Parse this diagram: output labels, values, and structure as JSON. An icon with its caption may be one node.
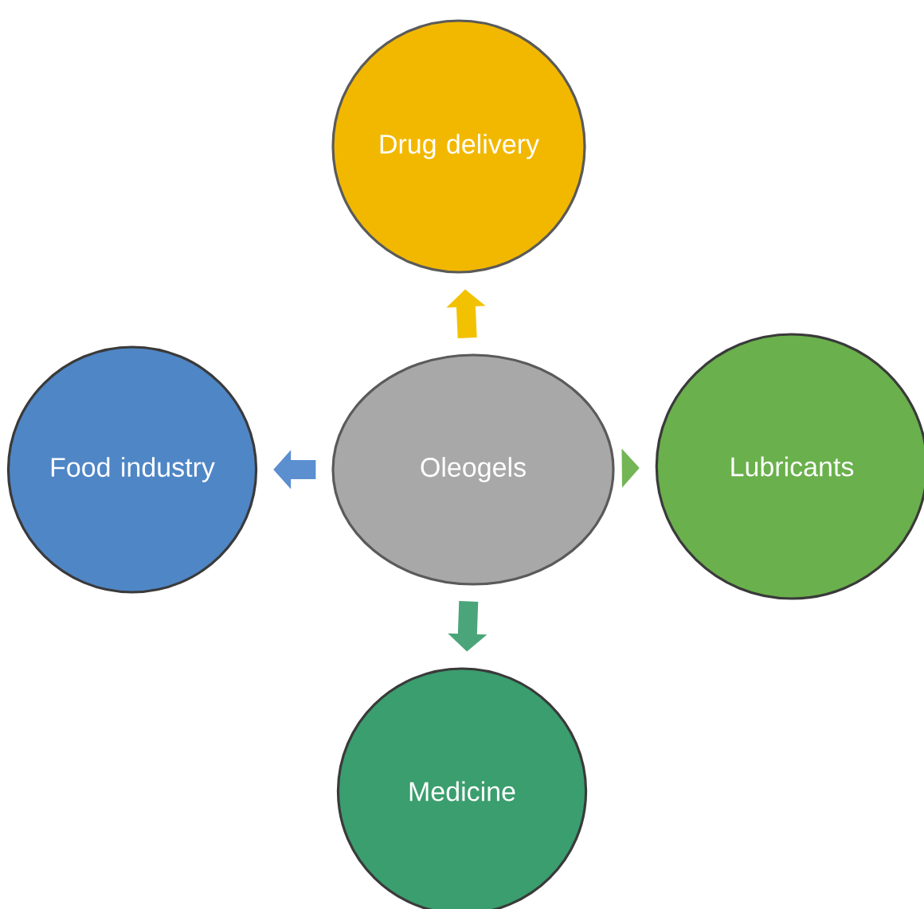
{
  "diagram": {
    "nodes": [
      {
        "text": [
          "Oleogels"
        ]
      },
      {
        "text": [
          "Drug delivery"
        ]
      },
      {
        "text": [
          "Food industry"
        ]
      },
      {
        "text": [
          "Lubricants"
        ]
      },
      {
        "text": [
          "Medicine"
        ]
      }
    ],
    "edges": [
      {
        "from": 0,
        "to": 1,
        "arrow": "to",
        "color": "#f2c200"
      },
      {
        "from": 0,
        "to": 2,
        "arrow": "to",
        "color": "#5b8fd0"
      },
      {
        "from": 0,
        "to": 3,
        "arrow": "to",
        "color": "#74b556"
      },
      {
        "from": 0,
        "to": 4,
        "arrow": "to",
        "color": "#4aa57a"
      }
    ]
  }
}
